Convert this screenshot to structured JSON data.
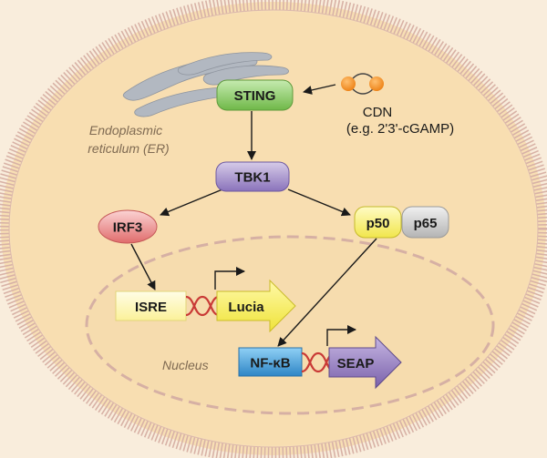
{
  "diagram": {
    "nodes": {
      "sting": "STING",
      "tbk1": "TBK1",
      "irf3": "IRF3",
      "p50": "p50",
      "p65": "p65",
      "isre": "ISRE",
      "lucia": "Lucia",
      "nfkb": "NF-κB",
      "seap": "SEAP"
    },
    "labels": {
      "cdn": "CDN",
      "cdn_example": "(e.g. 2'3'-cGAMP)",
      "er_line1": "Endoplasmic",
      "er_line2": "reticulum (ER)",
      "nucleus": "Nucleus"
    },
    "colors": {
      "background": "#f9eddc",
      "cell_fill": "#f8dfb4",
      "membrane": "#d8b2a6",
      "nucleus_border": "#d6b0a4",
      "er": "#b2b8c1",
      "sting": "#93cd6f",
      "tbk1": "#9b86c4",
      "irf3": "#e58080",
      "p50": "#f8f06a",
      "p65": "#c9c9c9",
      "isre": "#fff7a8",
      "lucia": "#f6ee52",
      "nfkb": "#4fa3da",
      "seap": "#8b72b8",
      "dna": "#c93a36",
      "cdn": "#f08b22"
    }
  }
}
